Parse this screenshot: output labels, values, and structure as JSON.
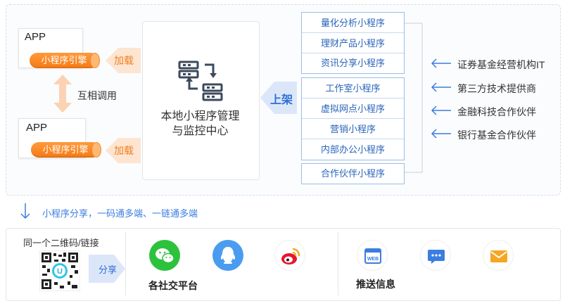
{
  "apps": [
    {
      "label": "APP",
      "engine": "小程序引擎",
      "load": "加载"
    },
    {
      "label": "APP",
      "engine": "小程序引擎",
      "load": "加载"
    }
  ],
  "mutual": "互相调用",
  "center": {
    "line1": "本地小程序管理",
    "line2": "与监控中心"
  },
  "upload": "上架",
  "programs": {
    "group1": [
      "量化分析小程序",
      "理财产品小程序",
      "资讯分享小程序"
    ],
    "group2": [
      "工作室小程序",
      "虚拟网点小程序",
      "营销小程序",
      "内部办公小程序"
    ],
    "group3": [
      "合作伙伴小程序"
    ]
  },
  "institutions": [
    "证券基金经营机构IT",
    "第三方技术提供商",
    "金融科技合作伙伴",
    "银行基金合作伙伴"
  ],
  "share_line": "小程序分享，一码通多端、一链通多端",
  "qr_label": "同一个二维码/链接",
  "share_btn": "分享",
  "social_label": "各社交平台",
  "push_label": "推送信息",
  "colors": {
    "orange": "#f57a14",
    "blue": "#3b7de0",
    "wechat": "#2dc23c",
    "qq": "#4a9cf0",
    "weibo": "#e6162d"
  }
}
